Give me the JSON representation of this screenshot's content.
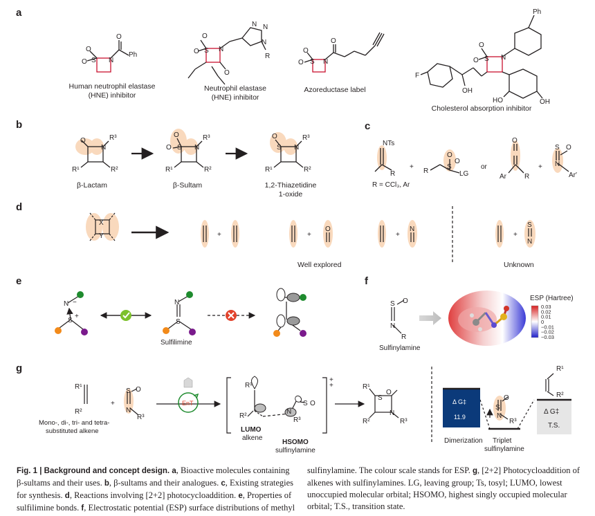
{
  "panels": {
    "a": "a",
    "b": "b",
    "c": "c",
    "d": "d",
    "e": "e",
    "f": "f",
    "g": "g"
  },
  "panel_a": {
    "label1": "Human neutrophil elastase\n(HNE) inhibitor",
    "label2": "Neutrophil elastase\n(HNE) inhibitor",
    "label3": "Azoreductase label",
    "label4": "Cholesterol absorption inhibitor",
    "atoms": {
      "S": "S",
      "N": "N",
      "O": "O",
      "Ph": "Ph",
      "F": "F",
      "OH": "OH",
      "R": "R",
      "HO": "HO"
    }
  },
  "panel_b": {
    "beta_lactam": "β-Lactam",
    "beta_sultam": "β-Sultam",
    "thiazetidine": "1,2-Thiazetidine\n1-oxide",
    "R1": "R¹",
    "R2": "R²",
    "R3": "R³"
  },
  "panel_c": {
    "nts": "NTs",
    "r_def": "R = CCl₃, Ar",
    "or": "or",
    "plus": "+",
    "lg": "LG",
    "ar": "Ar",
    "ar_prime": "Ar′"
  },
  "panel_d": {
    "well_explored": "Well explored",
    "unknown": "Unknown",
    "plus": "+",
    "X": "X",
    "Y": "Y"
  },
  "panel_e": {
    "sulfilimine": "Sulfilimine"
  },
  "panel_f": {
    "sulfinylamine": "Sulfinylamine",
    "esp_title": "ESP (Hartree)",
    "ticks": [
      "0.03",
      "0.02",
      "0.01",
      "0",
      "−0.01",
      "−0.02",
      "−0.03"
    ]
  },
  "panel_g": {
    "alkene_label": "Mono-, di-, tri- and tetra-\nsubstituted alkene",
    "ent": "EnT",
    "lumo": "LUMO",
    "lumo_sub": "alkene",
    "hsomo": "HSOMO",
    "hsomo_sub": "sulfinylamine",
    "dimerization": "Dimerization",
    "triplet": "Triplet\nsulfinylamine",
    "ts": "T.S.",
    "dg_label": "Δ G‡",
    "dg_value": "11.9",
    "dg_label2": "Δ G‡"
  },
  "caption": {
    "fig": "Fig. 1 | ",
    "title": "Background and concept design. ",
    "a_lbl": "a",
    "a_txt": ", Bioactive molecules containing β-sultams and their uses. ",
    "b_lbl": "b",
    "b_txt": ", β-sultams and their analogues. ",
    "c_lbl": "c",
    "c_txt": ", Existing strategies for synthesis. ",
    "d_lbl": "d",
    "d_txt": ", Reactions involving [2+2] photocycloaddition. ",
    "e_lbl": "e",
    "e_txt": ", Properties of sulfilimine bonds. ",
    "f_lbl": "f",
    "f_txt": ", Electrostatic potential (ESP) surface distributions of methyl ",
    "right1": "sulfinylamine. The colour scale stands for ESP. ",
    "g_lbl": "g",
    "g_txt": ", [2+2] Photocycloaddition of alkenes with sulfinylamines. LG, leaving group; Ts, tosyl; LUMO, lowest unoccupied molecular orbital; HSOMO, highest singly occupied molecular orbital; T.S., transition state."
  },
  "colors": {
    "highlight": "#f9d9bd",
    "red_bond": "#c8102e",
    "navy": "#0b3a7a",
    "green": "#1e8b2e",
    "orange": "#f28a1a",
    "purple": "#7a1a8c",
    "check": "#7cc12b",
    "cross": "#e2422b"
  }
}
